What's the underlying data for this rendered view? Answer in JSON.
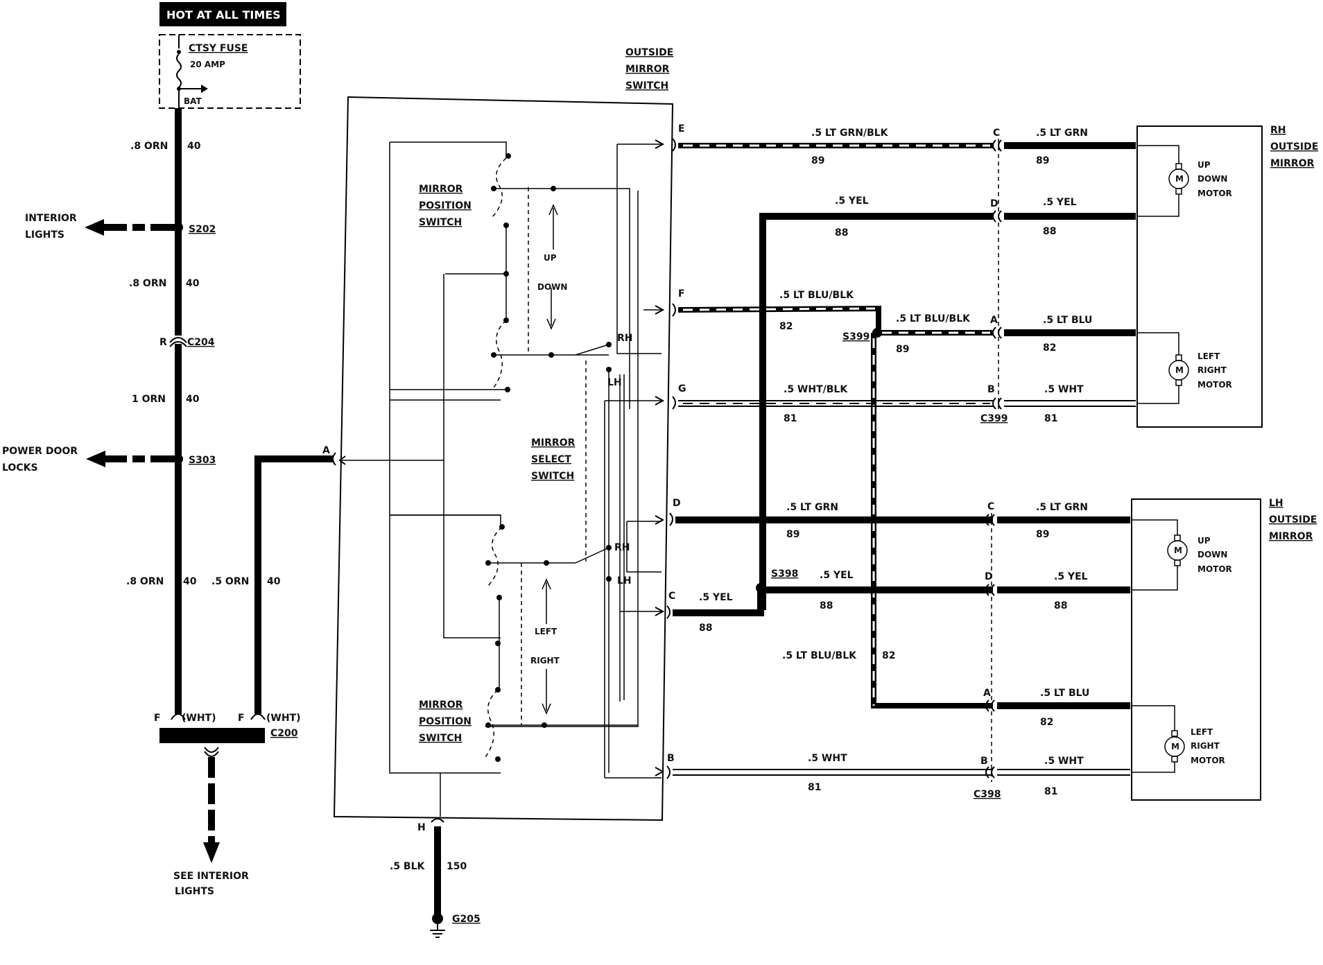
{
  "power": {
    "hot_label": "HOT AT ALL TIMES",
    "fuse_name": "CTSY FUSE",
    "fuse_rating": "20 AMP",
    "bat": "BAT"
  },
  "left_circuit": {
    "w1_color": ".8 ORN",
    "w1_num": "40",
    "s202": "S202",
    "interior_lights": [
      "INTERIOR",
      "LIGHTS"
    ],
    "w2_color": ".8 ORN",
    "w2_num": "40",
    "c204_pin": "R",
    "c204": "C204",
    "w3_color": "1 ORN",
    "w3_num": "40",
    "s303": "S303",
    "power_door_locks": [
      "POWER DOOR",
      "LOCKS"
    ],
    "w4_color": ".8 ORN",
    "w4_num": "40",
    "w5_color": ".5 ORN",
    "w5_num": "40",
    "c200_pin1": "F",
    "c200_wht1": "(WHT)",
    "c200_pin2": "F",
    "c200_wht2": "(WHT)",
    "c200": "C200",
    "see_interior": [
      "SEE INTERIOR",
      "LIGHTS"
    ]
  },
  "switch": {
    "title": [
      "OUTSIDE",
      "MIRROR",
      "SWITCH"
    ],
    "mps_top": [
      "MIRROR",
      "POSITION",
      "SWITCH"
    ],
    "mps_bottom": [
      "MIRROR",
      "POSITION",
      "SWITCH"
    ],
    "mss": [
      "MIRROR",
      "SELECT",
      "SWITCH"
    ],
    "up": "UP",
    "down": "DOWN",
    "left": "LEFT",
    "right": "RIGHT",
    "rh1": "RH",
    "lh1": "LH",
    "rh2": "RH",
    "lh2": "LH",
    "pin_a": "A",
    "pin_e": "E",
    "pin_f": "F",
    "pin_g": "G",
    "pin_d": "D",
    "pin_c": "C",
    "pin_b": "B",
    "pin_h": "H"
  },
  "ground": {
    "color": ".5 BLK",
    "num": "150",
    "g205": "G205"
  },
  "wires": {
    "e_color": ".5 LT GRN/BLK",
    "e_num": "89",
    "yel_top_color": ".5 YEL",
    "yel_top_num": "88",
    "f_color": ".5 LT BLU/BLK",
    "f_num": "82",
    "s399": "S399",
    "s399_color": ".5 LT BLU/BLK",
    "s399_num": "89",
    "g_color": ".5 WHT/BLK",
    "g_num": "81",
    "d_color": ".5 LT GRN",
    "d_num": "89",
    "s398": "S398",
    "yel_lh_color": ".5 YEL",
    "yel_lh_num": "88",
    "c_color": ".5 YEL",
    "c_num": "88",
    "blu_lh_color": ".5 LT BLU/BLK",
    "blu_lh_num": "82",
    "b_color": ".5 WHT",
    "b_num": "81"
  },
  "c399": {
    "name": "C399",
    "pin_c": "C",
    "pin_d": "D",
    "pin_a": "A",
    "pin_b": "B",
    "c_color": ".5 LT GRN",
    "c_num": "89",
    "d_color": ".5 YEL",
    "d_num": "88",
    "a_color": ".5 LT BLU",
    "a_num": "82",
    "b_color": ".5 WHT",
    "b_num": "81"
  },
  "c398": {
    "name": "C398",
    "pin_c": "C",
    "pin_d": "D",
    "pin_a": "A",
    "pin_b": "B",
    "c_color": ".5 LT GRN",
    "c_num": "89",
    "d_color": ".5 YEL",
    "d_num": "88",
    "a_color": ".5 LT BLU",
    "a_num": "82",
    "b_color": ".5 WHT",
    "b_num": "81"
  },
  "rh_mirror": {
    "title": [
      "RH",
      "OUTSIDE",
      "MIRROR"
    ],
    "motor1": [
      "UP",
      "DOWN",
      "MOTOR"
    ],
    "motor2": [
      "LEFT",
      "RIGHT",
      "MOTOR"
    ],
    "m": "M"
  },
  "lh_mirror": {
    "title": [
      "LH",
      "OUTSIDE",
      "MIRROR"
    ],
    "motor1": [
      "UP",
      "DOWN",
      "MOTOR"
    ],
    "motor2": [
      "LEFT",
      "RIGHT",
      "MOTOR"
    ],
    "m": "M"
  }
}
